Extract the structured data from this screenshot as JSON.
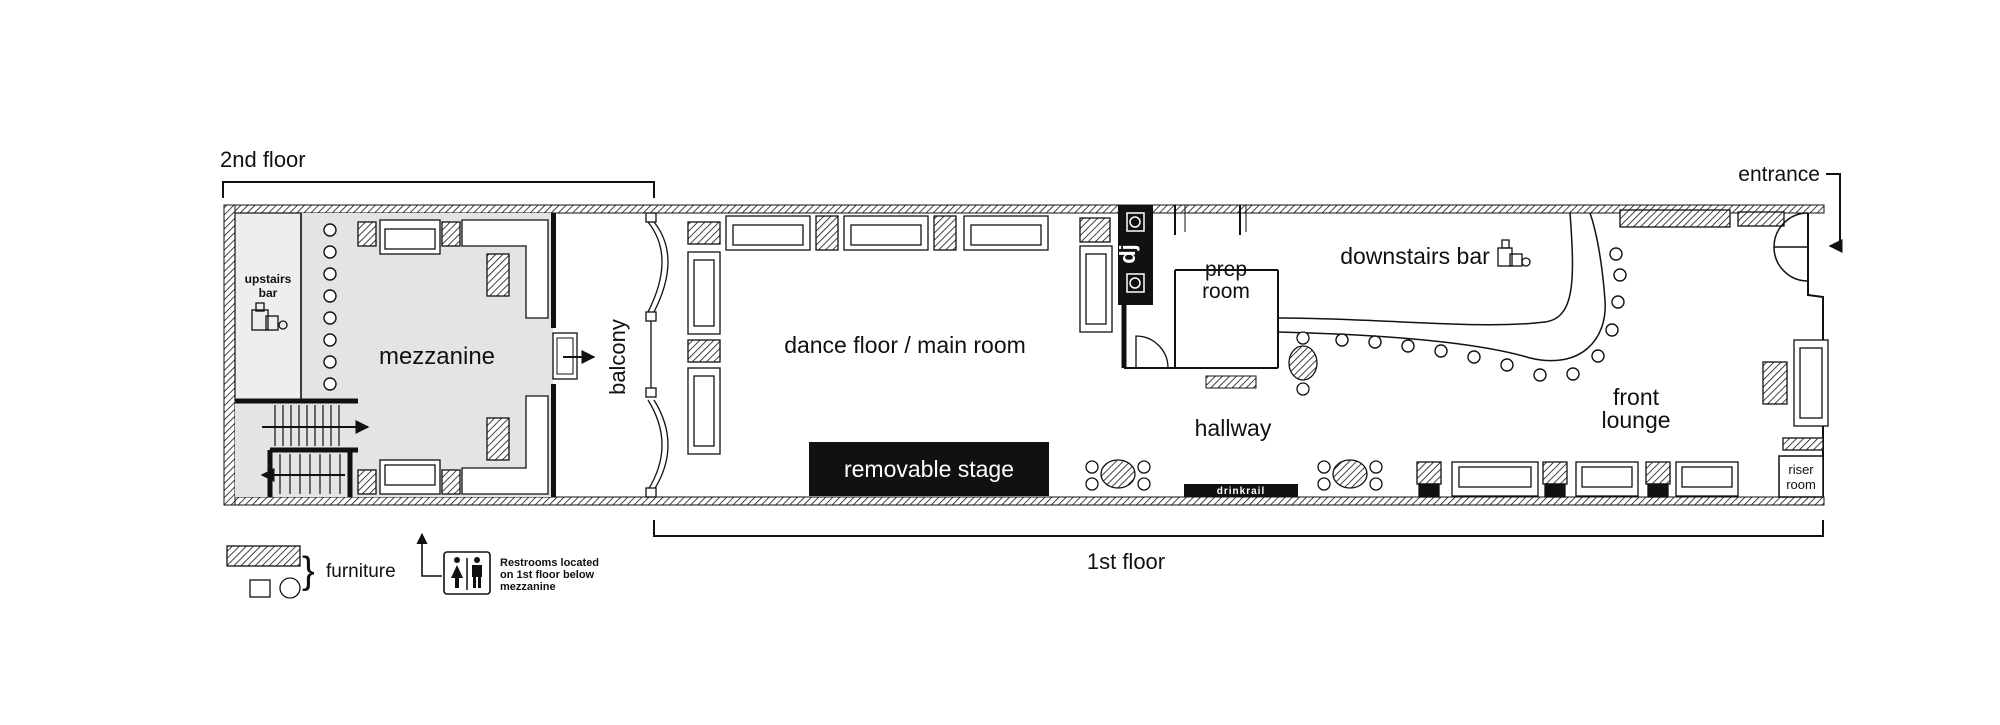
{
  "labels": {
    "second_floor": "2nd floor",
    "first_floor": "1st floor",
    "entrance": "entrance",
    "upstairs_bar_line1": "upstairs",
    "upstairs_bar_line2": "bar",
    "mezzanine": "mezzanine",
    "balcony": "balcony",
    "dance_floor": "dance floor / main room",
    "removable_stage": "removable stage",
    "dj": "dj",
    "prep_room_line1": "prep",
    "prep_room_line2": "room",
    "downstairs_bar": "downstairs bar",
    "hallway": "hallway",
    "drinkrail": "drinkrail",
    "front_lounge_line1": "front",
    "front_lounge_line2": "lounge",
    "riser_room_line1": "riser",
    "riser_room_line2": "room"
  },
  "legend": {
    "furniture": "furniture",
    "restrooms_line1": "Restrooms located",
    "restrooms_line2": "on 1st floor below",
    "restrooms_line3": "mezzanine"
  },
  "colors": {
    "ink": "#111111",
    "mezzanine_fill": "#e4e4e4",
    "stage_fill": "#111111"
  }
}
